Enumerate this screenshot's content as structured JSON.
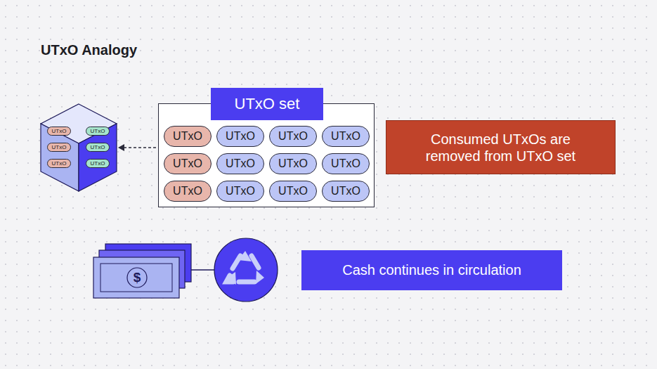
{
  "diagram": {
    "title": "UTxO Analogy",
    "nodes": [
      {
        "text": [
          "UTxO"
        ]
      },
      {
        "text": [
          "UTxO"
        ]
      },
      {
        "text": [
          "UTxO"
        ]
      },
      {
        "text": [
          "UTxO"
        ]
      },
      {
        "text": [
          "UTxO"
        ]
      },
      {
        "text": [
          "UTxO"
        ]
      },
      {
        "text": [
          "UTxO set"
        ]
      },
      {
        "text": [
          "UTxO"
        ],
        "in": 6
      },
      {
        "text": [
          "UTxO"
        ],
        "in": 6
      },
      {
        "text": [
          "UTxO"
        ],
        "in": 6
      },
      {
        "text": [
          "UTxO"
        ],
        "in": 6
      },
      {
        "text": [
          "UTxO"
        ],
        "in": 6
      },
      {
        "text": [
          "UTxO"
        ],
        "in": 6
      },
      {
        "text": [
          "UTxO"
        ],
        "in": 6
      },
      {
        "text": [
          "UTxO"
        ],
        "in": 6
      },
      {
        "text": [
          "UTxO"
        ],
        "in": 6
      },
      {
        "text": [
          "UTxO"
        ],
        "in": 6
      },
      {
        "text": [
          "UTxO"
        ],
        "in": 6
      },
      {
        "text": [
          "UTxO"
        ],
        "in": 6
      },
      {
        "text": [
          "Consumed UTxOs are removed from UTxO set"
        ]
      },
      {
        "text": [
          "Cash continues in circulation"
        ]
      }
    ],
    "labels": [
      "$"
    ]
  }
}
